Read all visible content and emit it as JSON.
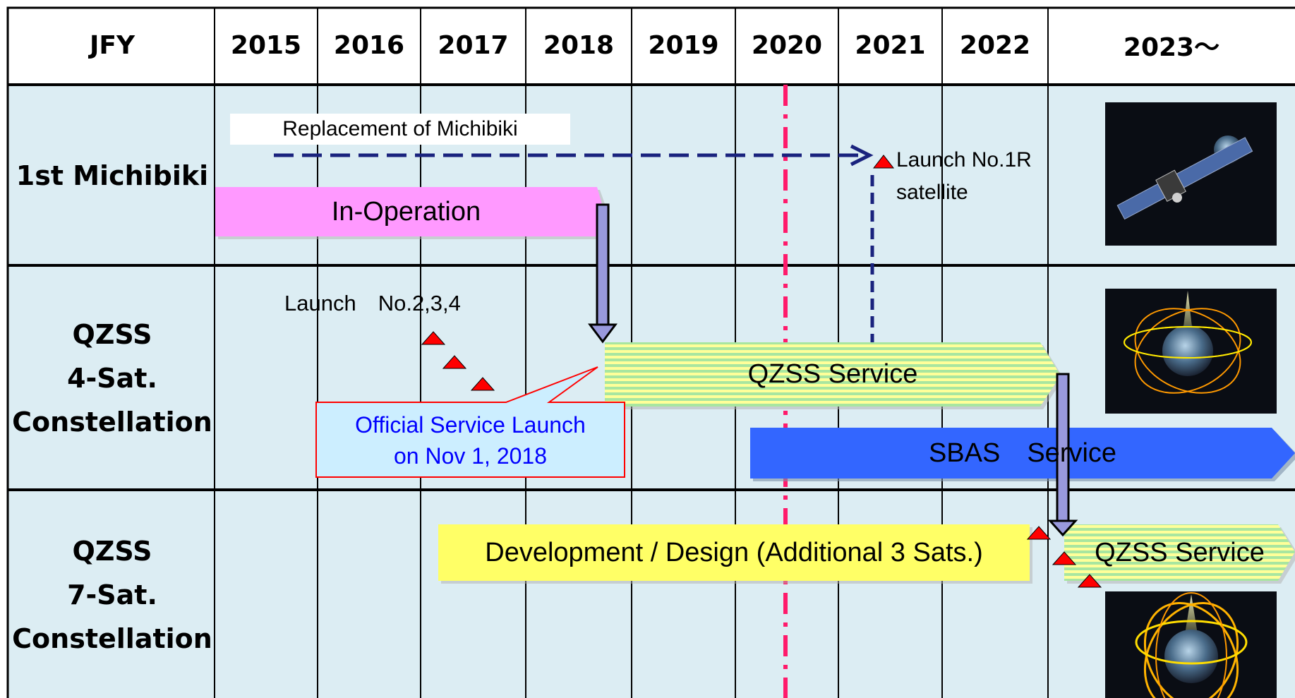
{
  "header": {
    "jfy_label": "JFY",
    "years": [
      "2015",
      "2016",
      "2017",
      "2018",
      "2019",
      "2020",
      "2021",
      "2022",
      "2023〜"
    ]
  },
  "rows": [
    {
      "label": "1st Michibiki"
    },
    {
      "label": "QZSS\n4-Sat.\nConstellation"
    },
    {
      "label": "QZSS\n7-Sat.\nConstellation"
    }
  ],
  "annotations": {
    "replacement": "Replacement of Michibiki",
    "launch_1r": "Launch No.1R\nsatellite",
    "launch_234": "Launch　No.2,3,4",
    "official_launch": "Official Service Launch\non Nov 1, 2018"
  },
  "bars": {
    "in_operation": "In-Operation",
    "qzss_service_4": "QZSS Service",
    "sbas_service": "SBAS　Service",
    "development": "Development / Design (Additional 3 Sats.)",
    "qzss_service_7": "QZSS Service"
  },
  "images": {
    "satellite": "satellite-image",
    "orbit_4": "orbit-4-image",
    "orbit_7": "orbit-7-image"
  },
  "colors": {
    "background": "#dcedf3",
    "grid": "#000000",
    "in_operation": "#ff99ff",
    "stripe_yellow": "#ffff99",
    "stripe_green": "#a8e6a0",
    "sbas": "#3366ff",
    "development": "#ffff66",
    "arrow_purple": "#9999dd",
    "dashed_navy": "#1a237e",
    "current_year": "#ff1a6b",
    "launch_marker": "#ff0000",
    "callout_fill": "#cceeff",
    "callout_text": "#0000ff"
  }
}
